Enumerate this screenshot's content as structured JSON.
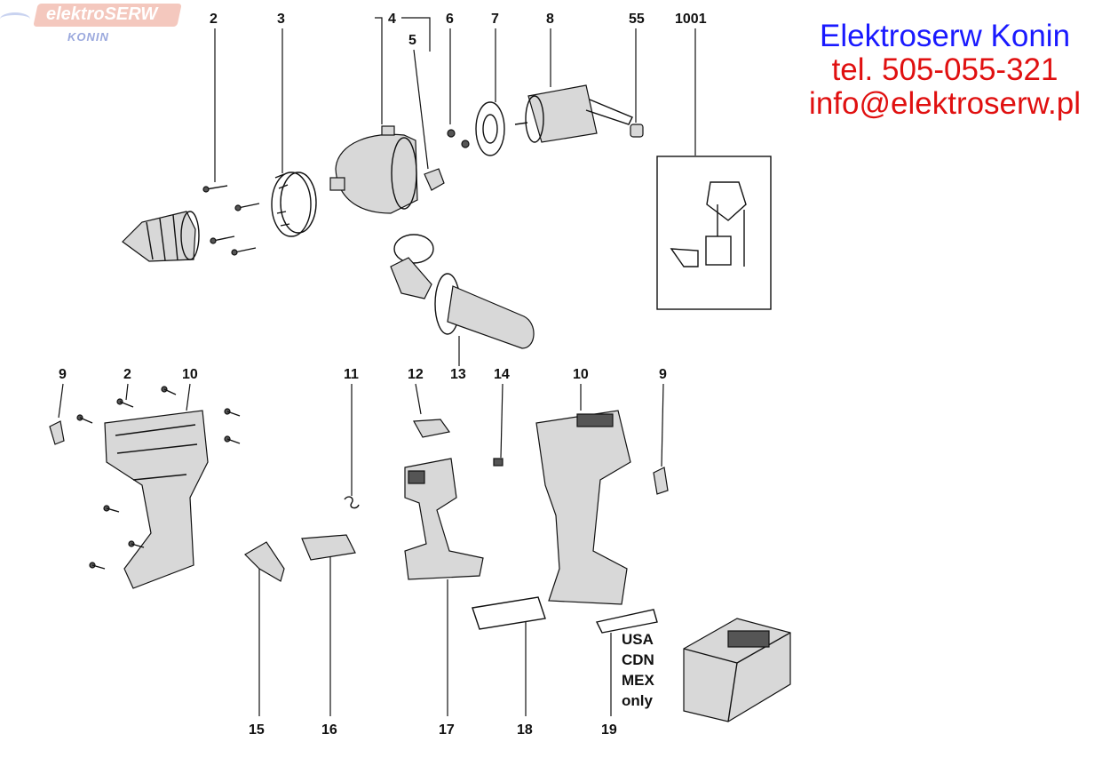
{
  "logo": {
    "brand": "elektroSERW",
    "city": "KONIN"
  },
  "contact": {
    "company": "Elektroserw Konin",
    "phone": "tel. 505-055-321",
    "email": "info@elektroserw.pl"
  },
  "part_numbers": [
    "2",
    "3",
    "4",
    "5",
    "6",
    "7",
    "8",
    "55",
    "1001",
    "9",
    "2",
    "10",
    "11",
    "12",
    "13",
    "14",
    "10",
    "9",
    "15",
    "16",
    "17",
    "18",
    "19"
  ],
  "region_note": [
    "USA",
    "CDN",
    "MEX",
    "only"
  ],
  "colors": {
    "contact_primary": "#1a1aff",
    "contact_secondary": "#e01010",
    "logo_bg": "#f4c8be"
  }
}
